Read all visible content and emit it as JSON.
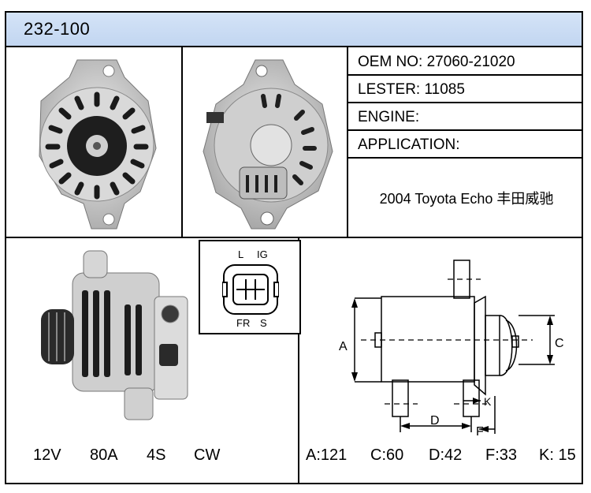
{
  "part_number": "232-100",
  "specs": {
    "oem_no": "OEM NO: 27060-21020",
    "lester": "LESTER: 11085",
    "engine": "ENGINE:",
    "application_label": "APPLICATION:",
    "application_value": "2004 Toyota Echo 丰田威驰"
  },
  "electrical": {
    "voltage": "12V",
    "amperage": "80A",
    "grooves": "4S",
    "rotation": "CW"
  },
  "connector": {
    "top_left": "L",
    "top_right": "IG",
    "bottom_left": "FR",
    "bottom_right": "S"
  },
  "diagram_labels": {
    "a": "A",
    "c": "C",
    "d": "D",
    "f": "F",
    "k": "K"
  },
  "dimensions": {
    "a": "A:121",
    "c": "C:60",
    "d": "D:42",
    "f": "F:33",
    "k": "K: 15"
  }
}
